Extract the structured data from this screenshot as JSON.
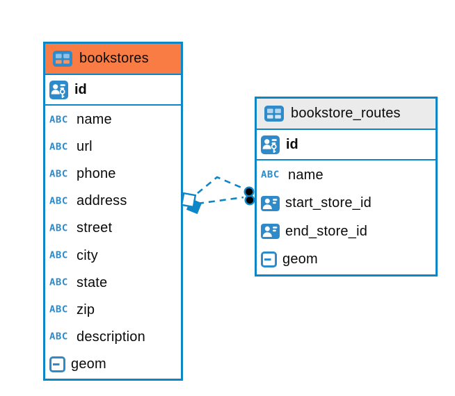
{
  "diagram": {
    "tables": [
      {
        "name": "bookstores",
        "header_color": "#f87c44",
        "primary_key": {
          "name": "id"
        },
        "fields": [
          {
            "name": "name",
            "type": "text"
          },
          {
            "name": "url",
            "type": "text"
          },
          {
            "name": "phone",
            "type": "text"
          },
          {
            "name": "address",
            "type": "text"
          },
          {
            "name": "street",
            "type": "text"
          },
          {
            "name": "city",
            "type": "text"
          },
          {
            "name": "state",
            "type": "text"
          },
          {
            "name": "zip",
            "type": "text"
          },
          {
            "name": "description",
            "type": "text"
          },
          {
            "name": "geom",
            "type": "geometry"
          }
        ]
      },
      {
        "name": "bookstore_routes",
        "header_color": "#ebebeb",
        "primary_key": {
          "name": "id"
        },
        "fields": [
          {
            "name": "name",
            "type": "text"
          },
          {
            "name": "start_store_id",
            "type": "reference"
          },
          {
            "name": "end_store_id",
            "type": "reference"
          },
          {
            "name": "geom",
            "type": "geometry"
          }
        ]
      }
    ],
    "relations": [
      {
        "from": "bookstores",
        "to": "bookstore_routes",
        "style": "dashed"
      },
      {
        "from": "bookstores",
        "to": "bookstore_routes",
        "style": "dashed"
      }
    ],
    "icons": {
      "text_type_glyph": "ABC"
    },
    "colors": {
      "accent": "#0d86c7",
      "icon_blue": "#2e8ac9",
      "bookstores_header": "#f87c44",
      "routes_header": "#ebebeb",
      "relation_endpoint_fill": "#000000"
    }
  }
}
